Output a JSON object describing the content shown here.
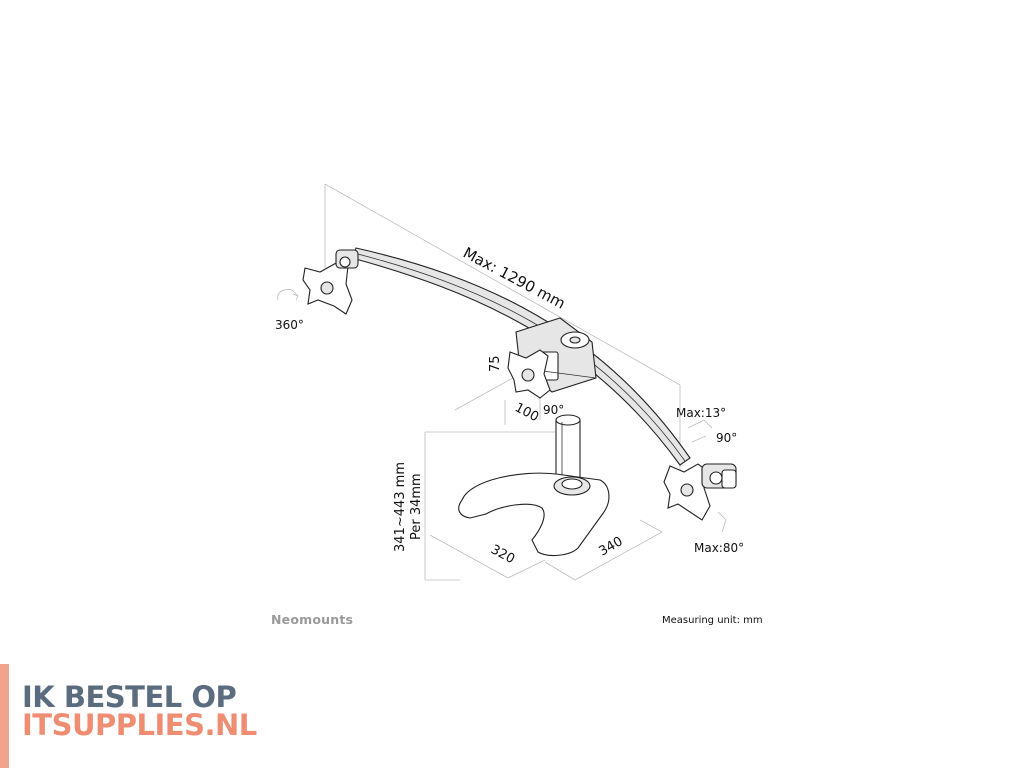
{
  "diagram": {
    "labels": {
      "max_width": "Max: 1290 mm",
      "rotation": "360°",
      "vesa_75": "75",
      "vesa_100": "100",
      "swivel_center": "90°",
      "tilt_max_up": "Max:13°",
      "swivel_right": "90°",
      "tilt_max_down": "Max:80°",
      "height_range": "341~443 mm",
      "height_step": "Per 34mm",
      "base_width": "320",
      "base_depth": "340"
    }
  },
  "footer": {
    "brand": "Neomounts",
    "measuring_unit": "Measuring unit: mm"
  },
  "watermark": {
    "line1": "IK BESTEL OP",
    "line2": "ITSUPPLIES.NL"
  },
  "colors": {
    "watermark_line1": "#5b6c7e",
    "watermark_line2": "#ef8d73",
    "stripe": "#f1a38e"
  }
}
